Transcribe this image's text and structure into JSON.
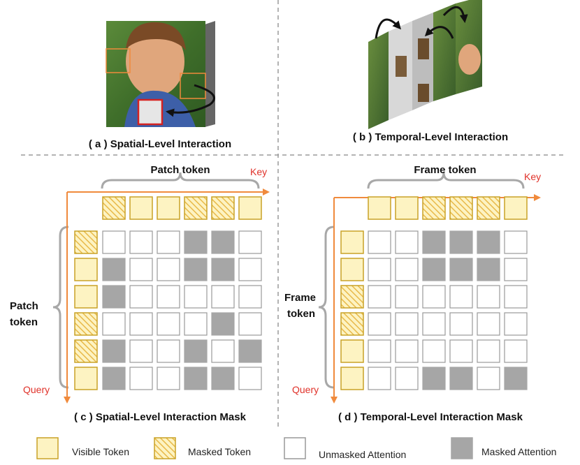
{
  "panels": {
    "a_caption": "( a ) Spatial-Level Interaction",
    "b_caption": "( b ) Temporal-Level Interaction",
    "c_caption": "( c ) Spatial-Level Interaction Mask",
    "d_caption": "( d ) Temporal-Level Interaction Mask"
  },
  "matrix_c": {
    "top_label": "Patch token",
    "side_label_1": "Patch",
    "side_label_2": "token",
    "key_label": "Key",
    "query_label": "Query",
    "key_tokens": [
      "masked",
      "visible",
      "visible",
      "masked",
      "masked",
      "visible"
    ],
    "query_tokens": [
      "masked",
      "visible",
      "visible",
      "masked",
      "masked",
      "visible"
    ],
    "grid": [
      [
        0,
        0,
        0,
        1,
        1,
        0
      ],
      [
        1,
        0,
        0,
        1,
        1,
        0
      ],
      [
        1,
        0,
        0,
        0,
        0,
        0
      ],
      [
        0,
        0,
        0,
        0,
        1,
        0
      ],
      [
        1,
        0,
        0,
        1,
        0,
        1
      ],
      [
        1,
        0,
        0,
        1,
        1,
        0
      ]
    ]
  },
  "matrix_d": {
    "top_label": "Frame token",
    "side_label_1": "Frame",
    "side_label_2": "token",
    "key_label": "Key",
    "query_label": "Query",
    "key_tokens": [
      "visible",
      "visible",
      "masked",
      "masked",
      "masked",
      "visible"
    ],
    "query_tokens": [
      "visible",
      "visible",
      "masked",
      "masked",
      "visible",
      "visible"
    ],
    "grid": [
      [
        0,
        0,
        1,
        1,
        1,
        0
      ],
      [
        0,
        0,
        1,
        1,
        1,
        0
      ],
      [
        0,
        0,
        0,
        0,
        0,
        0
      ],
      [
        0,
        0,
        0,
        0,
        0,
        0
      ],
      [
        0,
        0,
        0,
        0,
        0,
        0
      ],
      [
        0,
        0,
        1,
        1,
        0,
        1
      ]
    ]
  },
  "legend": {
    "visible": "Visible Token",
    "masked": "Masked Token",
    "unmasked_attention": "Unmasked Attention",
    "masked_attention": "Masked Attention"
  },
  "colors": {
    "token_fill": "#fdf3c2",
    "token_border": "#c9a227",
    "masked_cell": "#a6a6a6",
    "arrow": "#f08a3c",
    "brace": "#a8a8a8",
    "red_text": "#e0322a"
  }
}
